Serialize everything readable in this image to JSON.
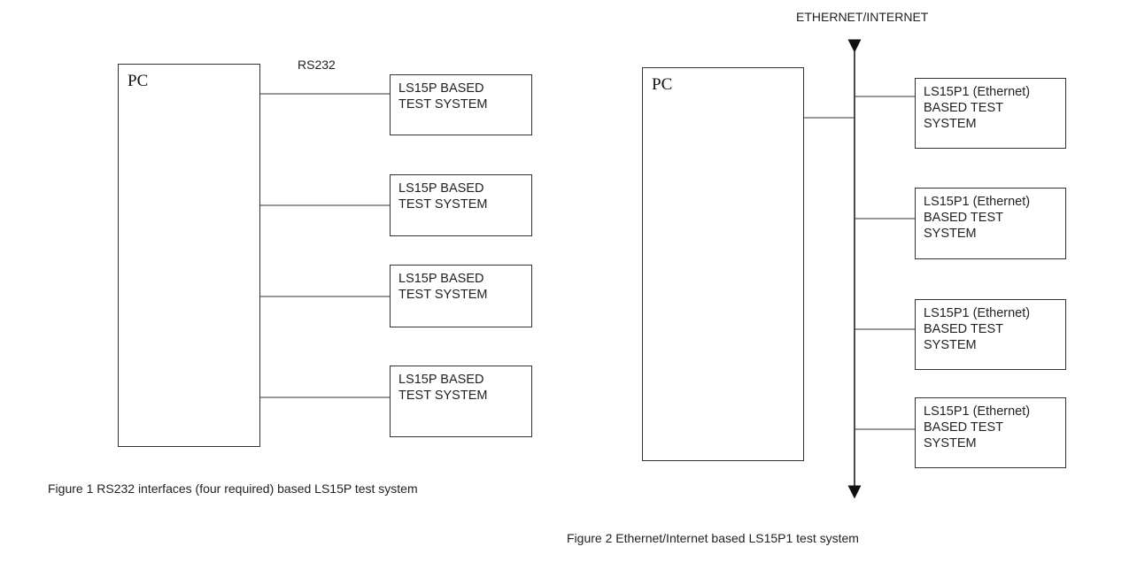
{
  "figure1": {
    "pc_label": "PC",
    "link_label": "RS232",
    "systems": [
      "LS15P BASED\nTEST SYSTEM",
      "LS15P BASED\nTEST SYSTEM",
      "LS15P BASED\nTEST SYSTEM",
      "LS15P BASED\nTEST SYSTEM"
    ],
    "caption": "Figure 1 RS232 interfaces (four required) based LS15P test system"
  },
  "figure2": {
    "pc_label": "PC",
    "bus_label": "ETHERNET/INTERNET",
    "systems": [
      "LS15P1 (Ethernet)\nBASED TEST\nSYSTEM",
      "LS15P1 (Ethernet)\nBASED TEST\nSYSTEM",
      "LS15P1 (Ethernet)\nBASED TEST\nSYSTEM",
      "LS15P1 (Ethernet)\nBASED TEST\nSYSTEM"
    ],
    "caption": "Figure 2 Ethernet/Internet based LS15P1 test system"
  }
}
